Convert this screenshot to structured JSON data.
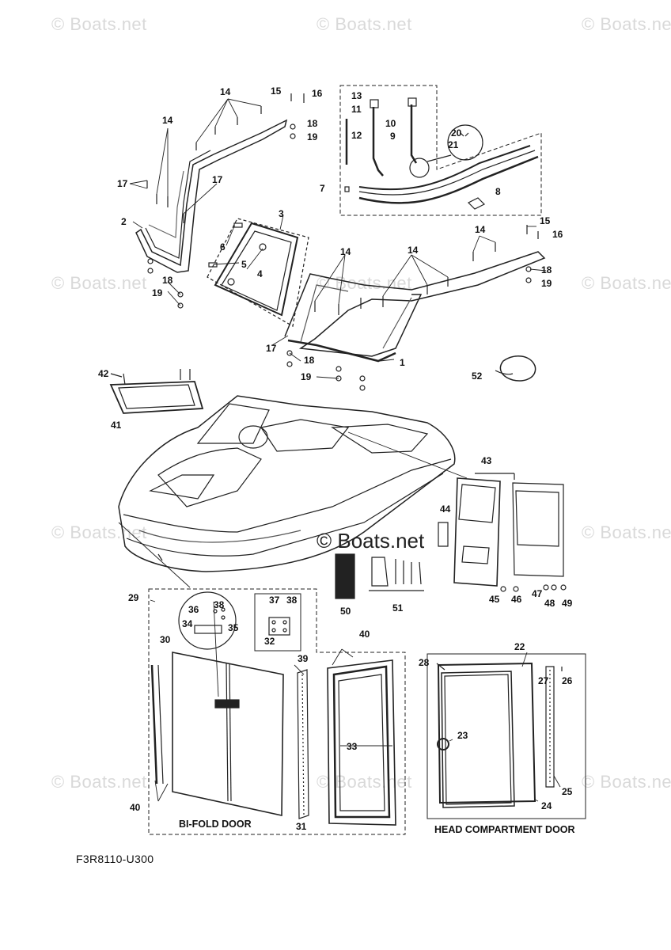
{
  "watermarks": {
    "text": "© Boats.net",
    "center_text": "© Boats.net"
  },
  "drawing_code": "F3R8110-U300",
  "captions": {
    "bifold": "BI-FOLD DOOR",
    "head": "HEAD COMPARTMENT DOOR"
  },
  "callouts": {
    "c1": "1",
    "c2": "2",
    "c3": "3",
    "c4": "4",
    "c5": "5",
    "c6": "6",
    "c7": "7",
    "c8": "8",
    "c9": "9",
    "c10": "10",
    "c11": "11",
    "c12": "12",
    "c13": "13",
    "c14a": "14",
    "c14b": "14",
    "c14c": "14",
    "c14d": "14",
    "c14e": "14",
    "c15a": "15",
    "c15b": "15",
    "c16a": "16",
    "c16b": "16",
    "c17a": "17",
    "c17b": "17",
    "c17c": "17",
    "c18a": "18",
    "c18b": "18",
    "c18c": "18",
    "c18d": "18",
    "c19a": "19",
    "c19b": "19",
    "c19c": "19",
    "c19d": "19",
    "c20": "20",
    "c21": "21",
    "c22": "22",
    "c23": "23",
    "c24": "24",
    "c25": "25",
    "c26": "26",
    "c27": "27",
    "c28": "28",
    "c29": "29",
    "c30": "30",
    "c31": "31",
    "c32": "32",
    "c33": "33",
    "c34": "34",
    "c35": "35",
    "c36": "36",
    "c37": "37",
    "c38": "38",
    "c39": "39",
    "c40a": "40",
    "c40b": "40",
    "c41": "41",
    "c42": "42",
    "c43": "43",
    "c44": "44",
    "c45": "45",
    "c46": "46",
    "c47": "47",
    "c48": "48",
    "c49": "49",
    "c50": "50",
    "c51": "51",
    "c52": "52"
  }
}
